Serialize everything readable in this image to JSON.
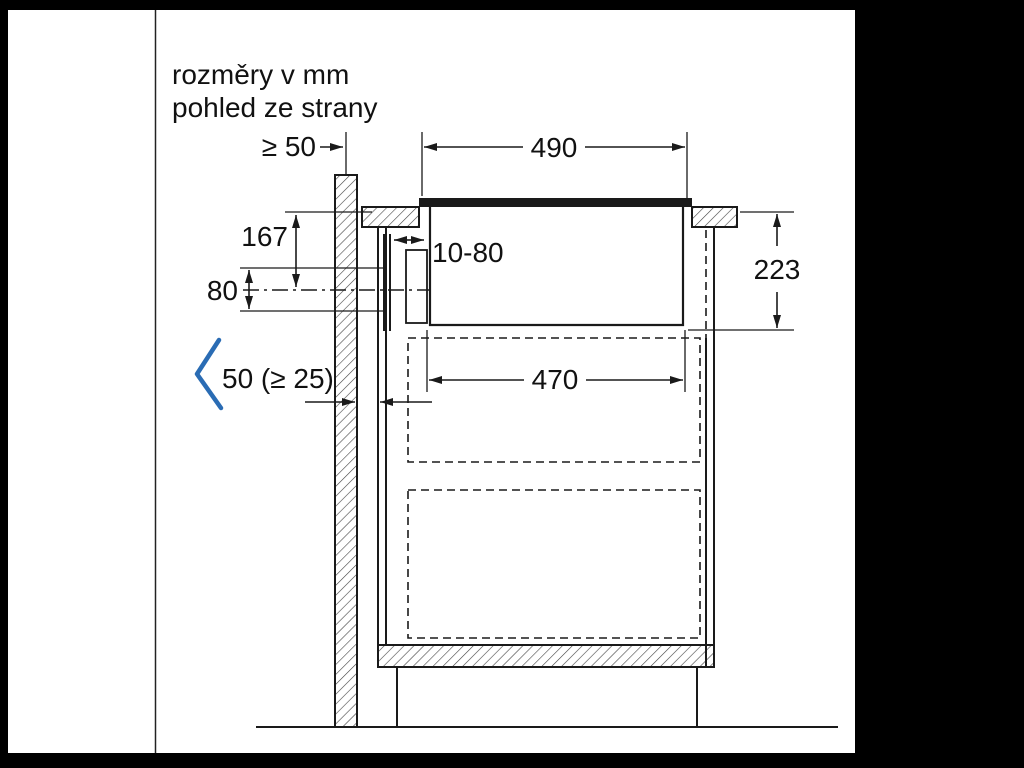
{
  "meta": {
    "bg": "#000000",
    "canvas_bg": "#ffffff",
    "line_color": "#1a1a1a",
    "accent_color": "#2a6cb4"
  },
  "title": {
    "line1": "rozměry v mm",
    "line2": "pohled ze strany"
  },
  "dims": {
    "min_wall_clearance": "≥ 50",
    "top_width": "490",
    "surface_to_axis": "167",
    "duct_offset_range": "10-80",
    "right_depth": "223",
    "duct_height": "80",
    "side_gap": "50 (≥ 25)",
    "inner_width": "470"
  }
}
